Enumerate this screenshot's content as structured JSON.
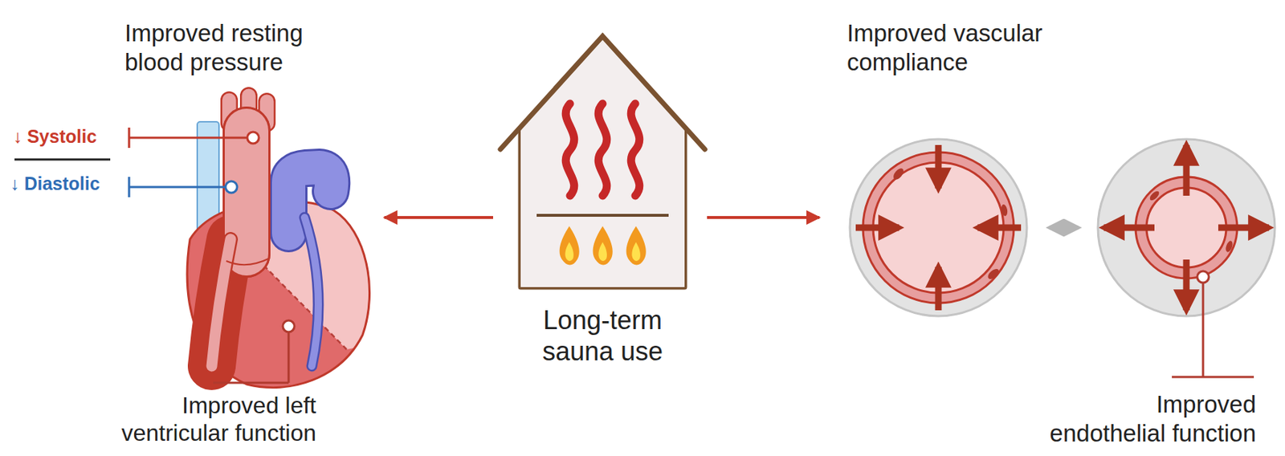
{
  "diagram": {
    "nodes": [
      {
        "text": [
          "Improved resting blood pressure",
          "↓ Systolic",
          "↓ Diastolic",
          "Improved left ventricular function"
        ]
      },
      {
        "text": [
          "Long-term sauna use"
        ]
      },
      {
        "text": [
          "Improved vascular compliance",
          "Improved endothelial function"
        ]
      }
    ],
    "edges": [
      {
        "from": 1,
        "to": 0,
        "arrow": "to"
      },
      {
        "from": 1,
        "to": 2,
        "arrow": "to"
      }
    ]
  }
}
